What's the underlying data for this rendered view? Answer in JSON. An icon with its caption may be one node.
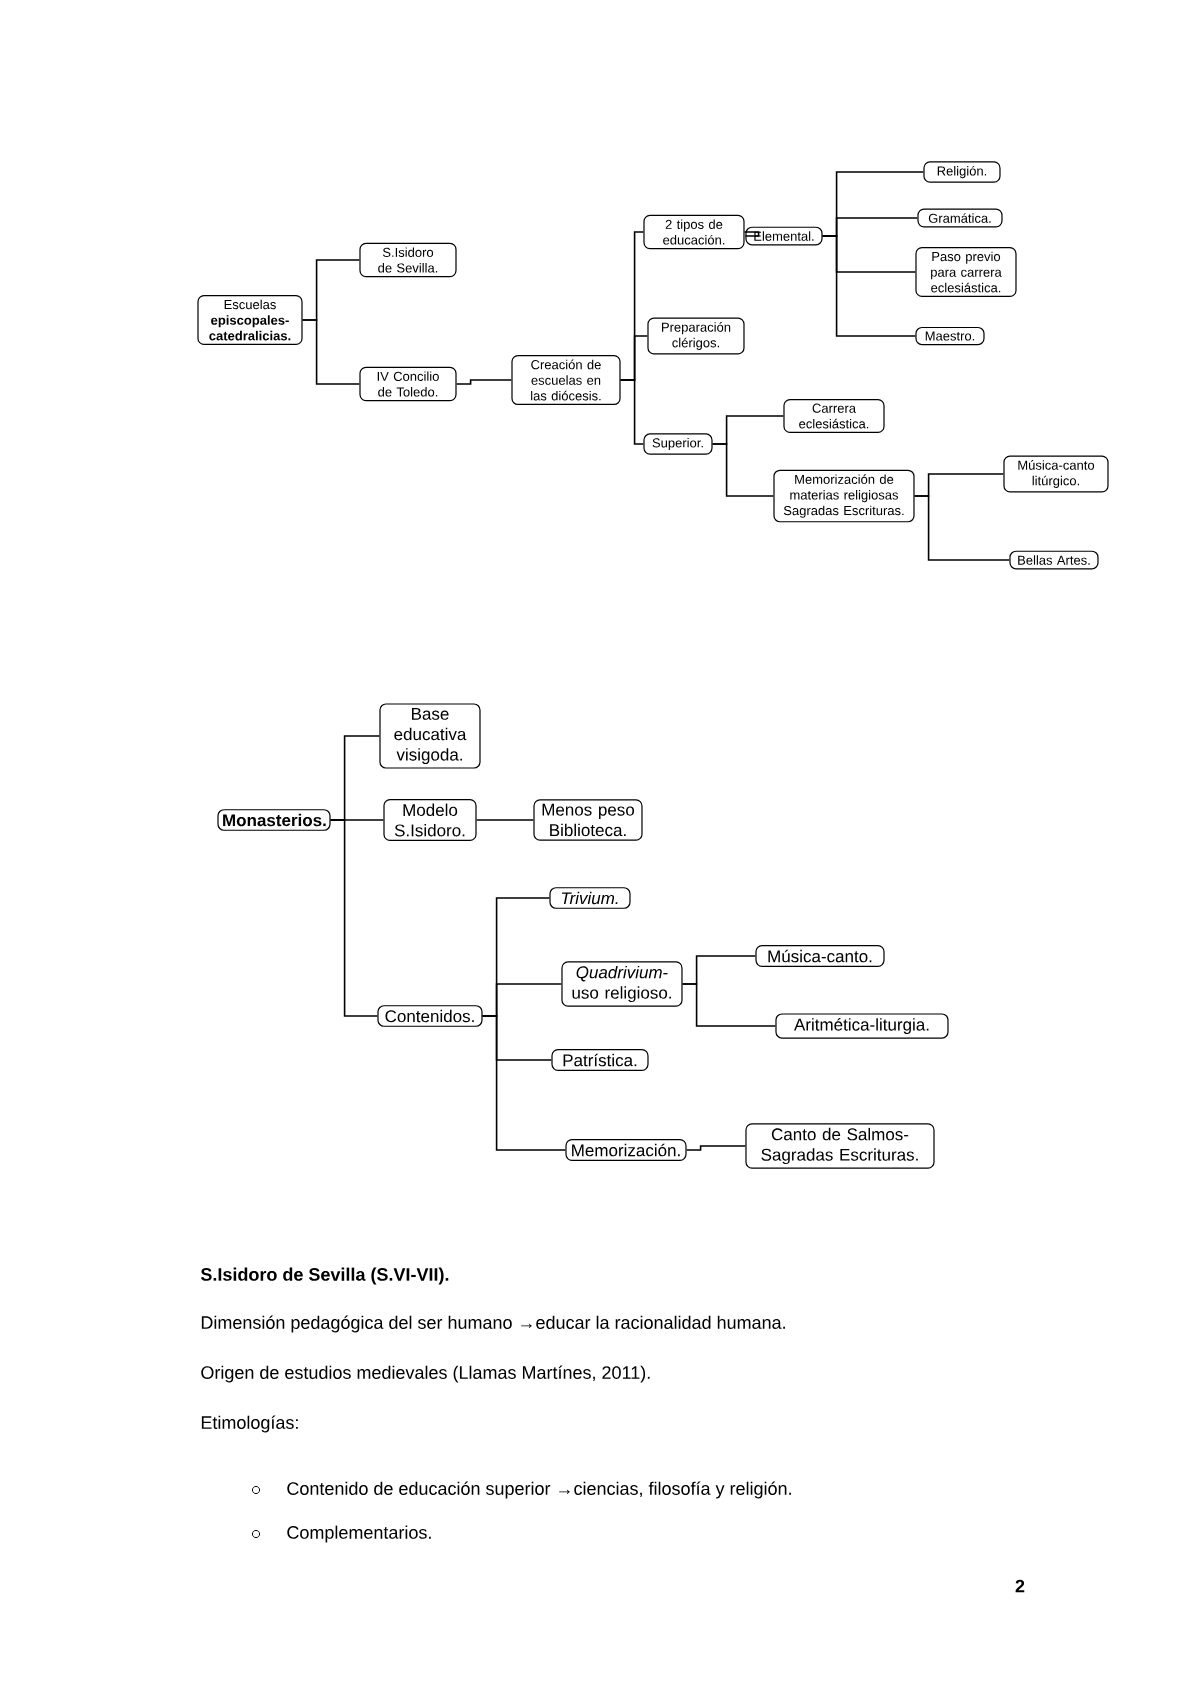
{
  "diagram": {
    "nodes": [
      {
        "text": [
          "Escuelas **episcopales-catedralicias.**"
        ]
      },
      {
        "text": [
          "S.Isidoro de Sevilla."
        ]
      },
      {
        "text": [
          "IV Concilio de Toledo."
        ]
      },
      {
        "text": [
          "Creación de escuelas en las diócesis."
        ]
      },
      {
        "text": [
          "2 tipos de educación."
        ]
      },
      {
        "text": [
          "Elemental."
        ]
      },
      {
        "text": [
          "Religión."
        ]
      },
      {
        "text": [
          "Gramática."
        ]
      },
      {
        "text": [
          "Paso previo para carrera eclesiástica."
        ]
      },
      {
        "text": [
          "Maestro."
        ]
      },
      {
        "text": [
          "Preparación clérigos."
        ]
      },
      {
        "text": [
          "Superior."
        ]
      },
      {
        "text": [
          "Carrera eclesiástica."
        ]
      },
      {
        "text": [
          "Memorización de materias religiosas Sagradas Escrituras."
        ]
      },
      {
        "text": [
          "Música-canto litúrgico."
        ]
      },
      {
        "text": [
          "Bellas Artes."
        ]
      },
      {
        "text": [
          "Monasterios."
        ]
      },
      {
        "text": [
          "Base educativa visigoda."
        ]
      },
      {
        "text": [
          "Modelo S.Isidoro."
        ]
      },
      {
        "text": [
          "Menos peso Biblioteca."
        ]
      },
      {
        "text": [
          "Contenidos."
        ]
      },
      {
        "text": [
          "*Trivium.*"
        ]
      },
      {
        "text": [
          "*Quadrivium*-uso religioso."
        ]
      },
      {
        "text": [
          "Música-canto."
        ]
      },
      {
        "text": [
          "Aritmética-liturgia."
        ]
      },
      {
        "text": [
          "Patrística."
        ]
      },
      {
        "text": [
          "Memorización."
        ]
      },
      {
        "text": [
          "Canto de Salmos-Sagradas Escrituras."
        ]
      }
    ],
    "edges": [
      {
        "from": 0,
        "to": 1,
        "arrow": "none"
      },
      {
        "from": 0,
        "to": 2,
        "arrow": "none"
      },
      {
        "from": 2,
        "to": 3,
        "arrow": "none"
      },
      {
        "from": 3,
        "to": 4,
        "arrow": "none"
      },
      {
        "from": 3,
        "to": 10,
        "arrow": "none"
      },
      {
        "from": 3,
        "to": 11,
        "arrow": "none"
      },
      {
        "from": 4,
        "to": 5,
        "arrow": "none"
      },
      {
        "from": 5,
        "to": 6,
        "arrow": "none"
      },
      {
        "from": 5,
        "to": 7,
        "arrow": "none"
      },
      {
        "from": 5,
        "to": 8,
        "arrow": "none"
      },
      {
        "from": 5,
        "to": 9,
        "arrow": "none"
      },
      {
        "from": 11,
        "to": 12,
        "arrow": "none"
      },
      {
        "from": 11,
        "to": 13,
        "arrow": "none"
      },
      {
        "from": 13,
        "to": 14,
        "arrow": "none"
      },
      {
        "from": 13,
        "to": 15,
        "arrow": "none"
      },
      {
        "from": 16,
        "to": 17,
        "arrow": "none"
      },
      {
        "from": 16,
        "to": 18,
        "arrow": "none"
      },
      {
        "from": 16,
        "to": 20,
        "arrow": "none"
      },
      {
        "from": 18,
        "to": 19,
        "arrow": "none"
      },
      {
        "from": 20,
        "to": 21,
        "arrow": "none"
      },
      {
        "from": 20,
        "to": 22,
        "arrow": "none"
      },
      {
        "from": 20,
        "to": 25,
        "arrow": "none"
      },
      {
        "from": 20,
        "to": 26,
        "arrow": "none"
      },
      {
        "from": 22,
        "to": 23,
        "arrow": "none"
      },
      {
        "from": 22,
        "to": 24,
        "arrow": "none"
      },
      {
        "from": 26,
        "to": 27,
        "arrow": "none"
      }
    ],
    "labels": [
      "S.Isidoro de Sevilla (S.VI-VII).",
      "Dimensión pedagógica del ser humano →educar la racionalidad humana.",
      "Origen de estudios medievales (Llamas Martínes, 2011).",
      "Etimologías:",
      "Contenido de educación superior →ciencias, filosofía y religión.",
      "Complementarios.",
      "2"
    ]
  }
}
